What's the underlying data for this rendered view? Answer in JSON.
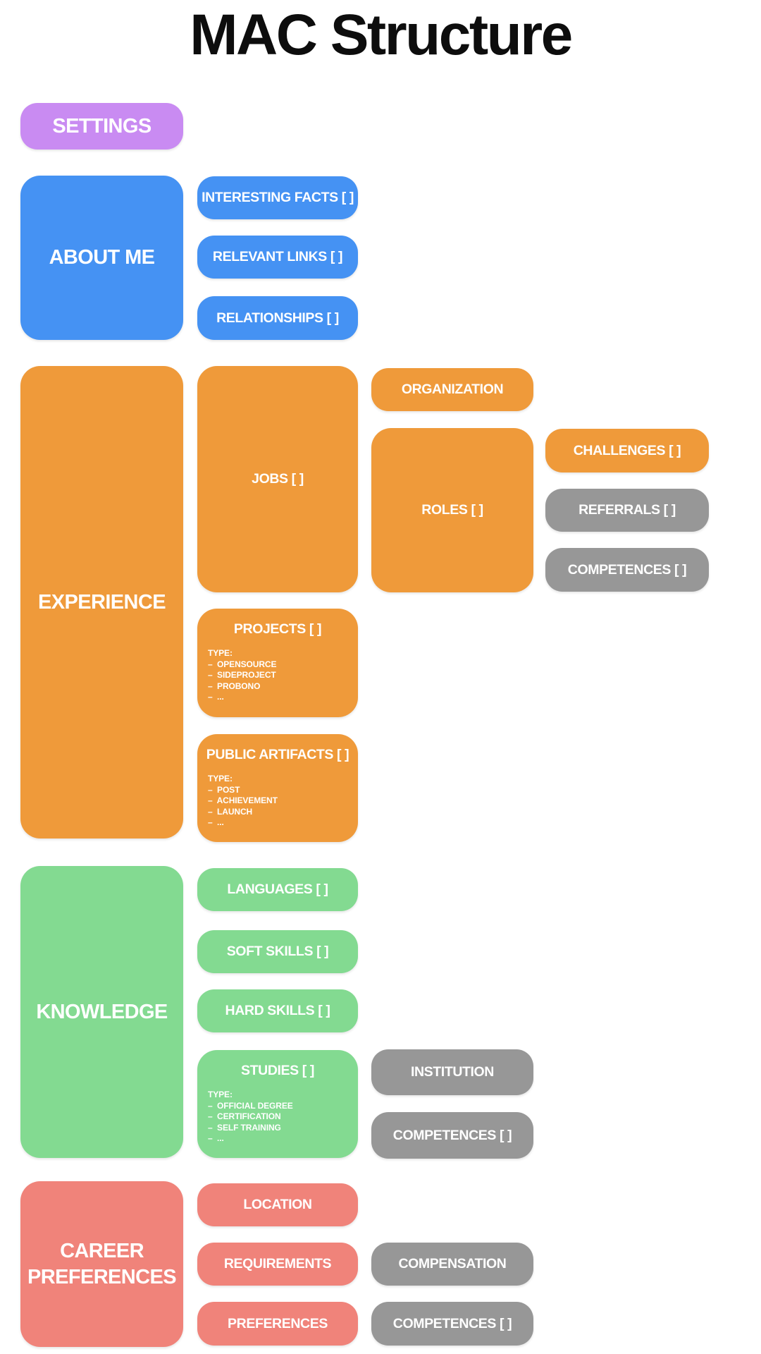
{
  "title": "MAC Structure",
  "palette": {
    "purple": "#c98bf2",
    "blue": "#4592f3",
    "orange": "#ef9a3a",
    "green": "#83da91",
    "salmon": "#f0837a",
    "gray": "#979797",
    "box_text": "#ffffff",
    "title_color": "#0d0d0d"
  },
  "settings": {
    "label": "SETTINGS"
  },
  "about_me": {
    "label": "ABOUT ME",
    "interesting_facts": "INTERESTING FACTS [ ]",
    "relevant_links": "RELEVANT LINKS [ ]",
    "relationships": "RELATIONSHIPS [ ]"
  },
  "experience": {
    "label": "EXPERIENCE",
    "jobs": {
      "label": "JOBS [ ]",
      "organization": "ORGANIZATION",
      "roles": {
        "label": "ROLES [ ]",
        "challenges": "CHALLENGES [ ]",
        "referrals": "REFERRALS [ ]",
        "competences": "COMPETENCES [ ]"
      }
    },
    "projects": {
      "label": "PROJECTS [ ]",
      "type_heading": "TYPE:",
      "types": [
        "–  OPENSOURCE",
        "–  SIDEPROJECT",
        "–  PROBONO",
        "–  ..."
      ]
    },
    "public_artifacts": {
      "label": "PUBLIC ARTIFACTS [ ]",
      "type_heading": "TYPE:",
      "types": [
        "–  POST",
        "–  ACHIEVEMENT",
        "–  LAUNCH",
        "–  ..."
      ]
    }
  },
  "knowledge": {
    "label": "KNOWLEDGE",
    "languages": "LANGUAGES [ ]",
    "soft_skills": "SOFT SKILLS [ ]",
    "hard_skills": "HARD SKILLS [ ]",
    "studies": {
      "label": "STUDIES [ ]",
      "type_heading": "TYPE:",
      "types": [
        "–  OFFICIAL DEGREE",
        "–  CERTIFICATION",
        "–  SELF TRAINING",
        "–  ..."
      ],
      "institution": "INSTITUTION",
      "competences": "COMPETENCES [ ]"
    }
  },
  "career_preferences": {
    "label": "CAREER PREFERENCES",
    "location": "LOCATION",
    "requirements": {
      "label": "REQUIREMENTS",
      "compensation": "COMPENSATION"
    },
    "preferences": {
      "label": "PREFERENCES",
      "competences": "COMPETENCES [ ]"
    }
  }
}
